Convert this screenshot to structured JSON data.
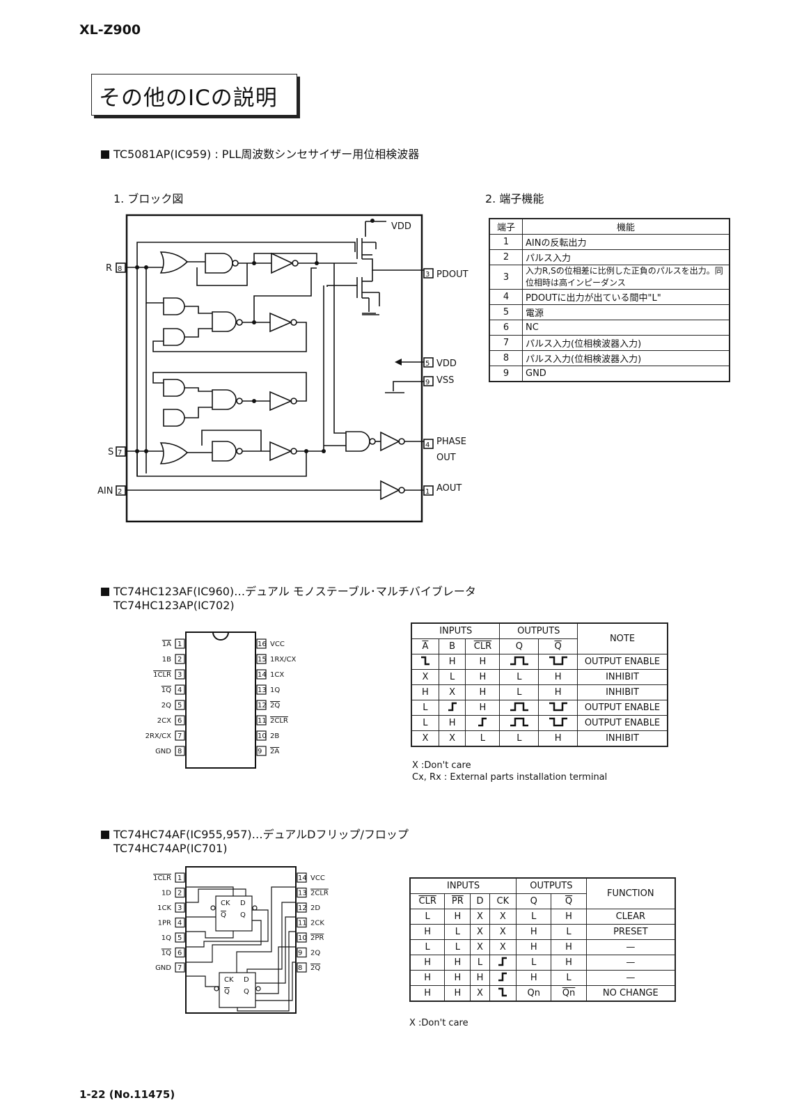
{
  "header": {
    "model": "XL-Z900"
  },
  "page_title": "その他のICの説明",
  "section1": {
    "heading": "TC5081AP(IC959) : PLL周波数シンセサイザー用位相検波器",
    "block_label": "1. ブロック図",
    "pin_label": "2. 端子機能",
    "diagram": {
      "pins": {
        "r": "R",
        "r_num": "8",
        "s": "S",
        "s_num": "7",
        "ain": "AIN",
        "ain_num": "2",
        "vdd_top": "VDD",
        "pdout": "PDOUT",
        "pdout_num": "3",
        "vdd": "VDD",
        "vdd_num": "5",
        "vss": "VSS",
        "vss_num": "9",
        "phase": "PHASE",
        "out": "OUT",
        "phase_num": "4",
        "aout": "AOUT",
        "aout_num": "1"
      }
    },
    "pin_table": {
      "headers": [
        "端子",
        "機能"
      ],
      "rows": [
        [
          "1",
          "AINの反転出力"
        ],
        [
          "2",
          "パルス入力"
        ],
        [
          "3",
          "入力R,Sの位相差に比例した正負のパルスを出力。同位相時は高インピーダンス"
        ],
        [
          "4",
          "PDOUTに出力が出ている間中\"L\""
        ],
        [
          "5",
          "電源"
        ],
        [
          "6",
          "NC"
        ],
        [
          "7",
          "パルス入力(位相検波器入力)"
        ],
        [
          "8",
          "パルス入力(位相検波器入力)"
        ],
        [
          "9",
          "GND"
        ]
      ]
    }
  },
  "section2": {
    "heading": "TC74HC123AF(IC960)…デュアル モノステーブル･マルチバイブレータ",
    "heading2": "TC74HC123AP(IC702)",
    "left_pins": [
      [
        "1A",
        "1"
      ],
      [
        "1B",
        "2"
      ],
      [
        "1CLR",
        "3"
      ],
      [
        "1Q",
        "4"
      ],
      [
        "2Q",
        "5"
      ],
      [
        "2CX",
        "6"
      ],
      [
        "2RX/CX",
        "7"
      ],
      [
        "GND",
        "8"
      ]
    ],
    "right_pins": [
      [
        "16",
        "VCC"
      ],
      [
        "15",
        "1RX/CX"
      ],
      [
        "14",
        "1CX"
      ],
      [
        "13",
        "1Q"
      ],
      [
        "12",
        "2Q"
      ],
      [
        "11",
        "2CLR"
      ],
      [
        "10",
        "2B"
      ],
      [
        "9",
        "2A"
      ]
    ],
    "table": {
      "group_inputs": "INPUTS",
      "group_outputs": "OUTPUTS",
      "note_header": "NOTE",
      "cols": [
        "A",
        "B",
        "CLR",
        "Q",
        "Q"
      ],
      "rows": [
        [
          "↓",
          "H",
          "H",
          "pulse",
          "npulse",
          "OUTPUT ENABLE"
        ],
        [
          "X",
          "L",
          "H",
          "L",
          "H",
          "INHIBIT"
        ],
        [
          "H",
          "X",
          "H",
          "L",
          "H",
          "INHIBIT"
        ],
        [
          "L",
          "↑",
          "H",
          "pulse",
          "npulse",
          "OUTPUT ENABLE"
        ],
        [
          "L",
          "H",
          "↑",
          "pulse",
          "npulse",
          "OUTPUT ENABLE"
        ],
        [
          "X",
          "X",
          "L",
          "L",
          "H",
          "INHIBIT"
        ]
      ],
      "note1": "X :Don't care",
      "note2": "Cx, Rx : External parts installation terminal"
    }
  },
  "section3": {
    "heading": "TC74HC74AF(IC955,957)…デュアルDフリップ/フロップ",
    "heading2": "TC74HC74AP(IC701)",
    "left_pins": [
      [
        "1CLR",
        "1"
      ],
      [
        "1D",
        "2"
      ],
      [
        "1CK",
        "3"
      ],
      [
        "1PR",
        "4"
      ],
      [
        "1Q",
        "5"
      ],
      [
        "1Q",
        "6"
      ],
      [
        "GND",
        "7"
      ]
    ],
    "right_pins": [
      [
        "14",
        "VCC"
      ],
      [
        "13",
        "2CLR"
      ],
      [
        "12",
        "2D"
      ],
      [
        "11",
        "2CK"
      ],
      [
        "10",
        "2PR"
      ],
      [
        "9",
        "2Q"
      ],
      [
        "8",
        "2Q"
      ]
    ],
    "ff_labels": {
      "ck": "CK",
      "d": "D",
      "qb": "Q",
      "q": "Q"
    },
    "table": {
      "group_inputs": "INPUTS",
      "group_outputs": "OUTPUTS",
      "function_header": "FUNCTION",
      "cols": [
        "CLR",
        "PR",
        "D",
        "CK",
        "Q",
        "Q"
      ],
      "rows": [
        [
          "L",
          "H",
          "X",
          "X",
          "L",
          "H",
          "CLEAR"
        ],
        [
          "H",
          "L",
          "X",
          "X",
          "H",
          "L",
          "PRESET"
        ],
        [
          "L",
          "L",
          "X",
          "X",
          "H",
          "H",
          "—"
        ],
        [
          "H",
          "H",
          "L",
          "↑",
          "L",
          "H",
          "—"
        ],
        [
          "H",
          "H",
          "H",
          "↑",
          "H",
          "L",
          "—"
        ],
        [
          "H",
          "H",
          "X",
          "↓",
          "Qn",
          "Qn",
          "NO CHANGE"
        ]
      ],
      "note1": "X :Don't care"
    }
  },
  "footer": {
    "page": "1-22 (No.11475)"
  }
}
